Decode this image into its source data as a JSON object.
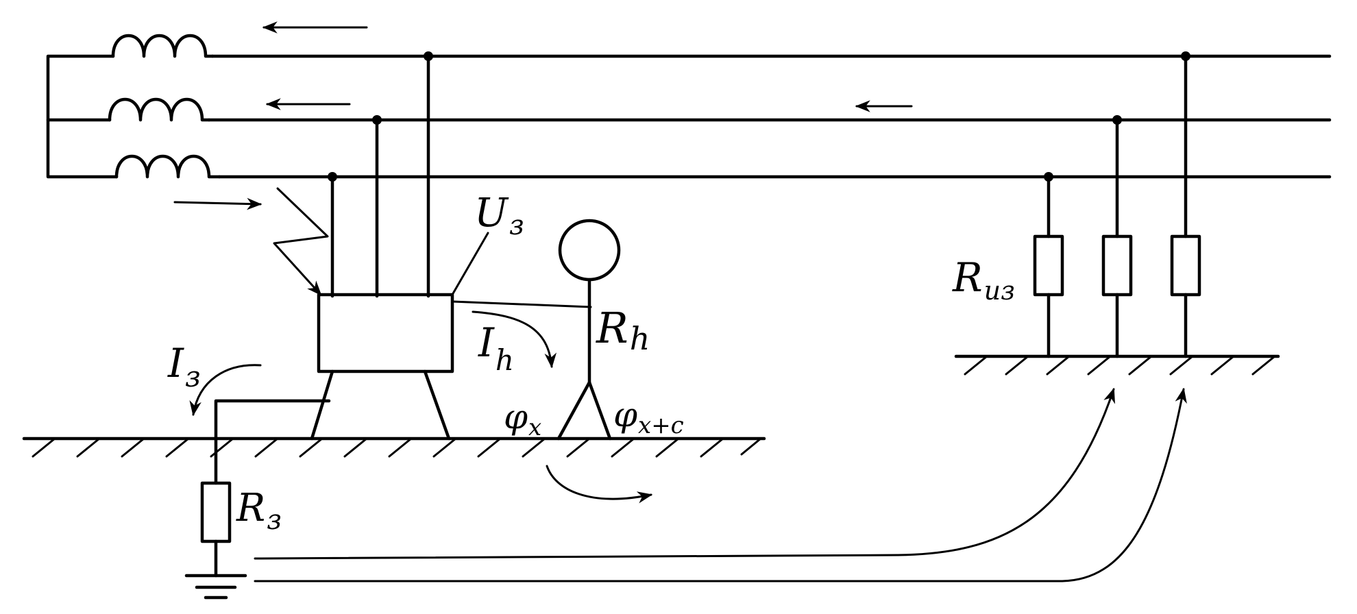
{
  "labels": {
    "fault_voltage": {
      "main": "U",
      "sub": "з"
    },
    "human_resistance": {
      "main": "R",
      "sub": "h"
    },
    "human_current": {
      "main": "I",
      "sub": "h"
    },
    "fault_current": {
      "main": "I",
      "sub": "з"
    },
    "ground_resistance": {
      "main": "R",
      "sub": "з"
    },
    "insulation_resistance": {
      "main": "R",
      "sub": "из"
    },
    "potential_x": {
      "main": "φ",
      "sub": "x"
    },
    "potential_x_c": {
      "main": "φ",
      "sub": "x+c"
    }
  },
  "icons": [
    "coil-icon",
    "lightning-icon",
    "human-figure-icon",
    "ground-symbol-icon",
    "resistor-icon",
    "arrow-icon"
  ]
}
